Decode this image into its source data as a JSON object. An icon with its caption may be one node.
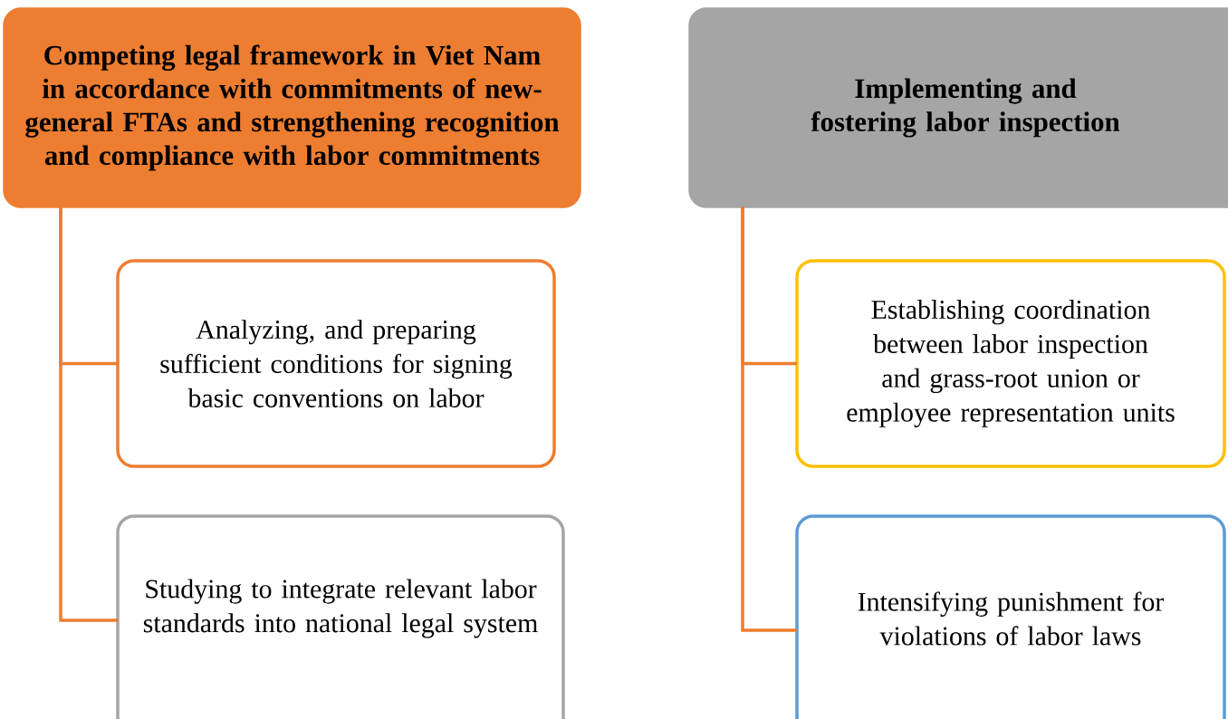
{
  "diagram": {
    "nodes": [
      {
        "text": [
          "Competing legal framework in Viet Nam in accordance with commitments of new-general FTAs and strengthening recognition and compliance with labor commitments"
        ]
      },
      {
        "text": [
          "Analyzing, and preparing sufficient conditions for signing basic conventions on labor"
        ]
      },
      {
        "text": [
          "Studying to integrate relevant labor standards into national legal system"
        ]
      },
      {
        "text": [
          "Implementing and fostering labor inspection"
        ]
      },
      {
        "text": [
          "Establishing coordination between labor inspection and grass-root union or employee representation units"
        ]
      },
      {
        "text": [
          "Intensifying punishment for violations of labor laws"
        ]
      }
    ],
    "edges": [
      {
        "from": 0,
        "to": 1,
        "arrow": "none"
      },
      {
        "from": 0,
        "to": 2,
        "arrow": "none"
      },
      {
        "from": 3,
        "to": 4,
        "arrow": "none"
      },
      {
        "from": 3,
        "to": 5,
        "arrow": "none"
      }
    ]
  }
}
